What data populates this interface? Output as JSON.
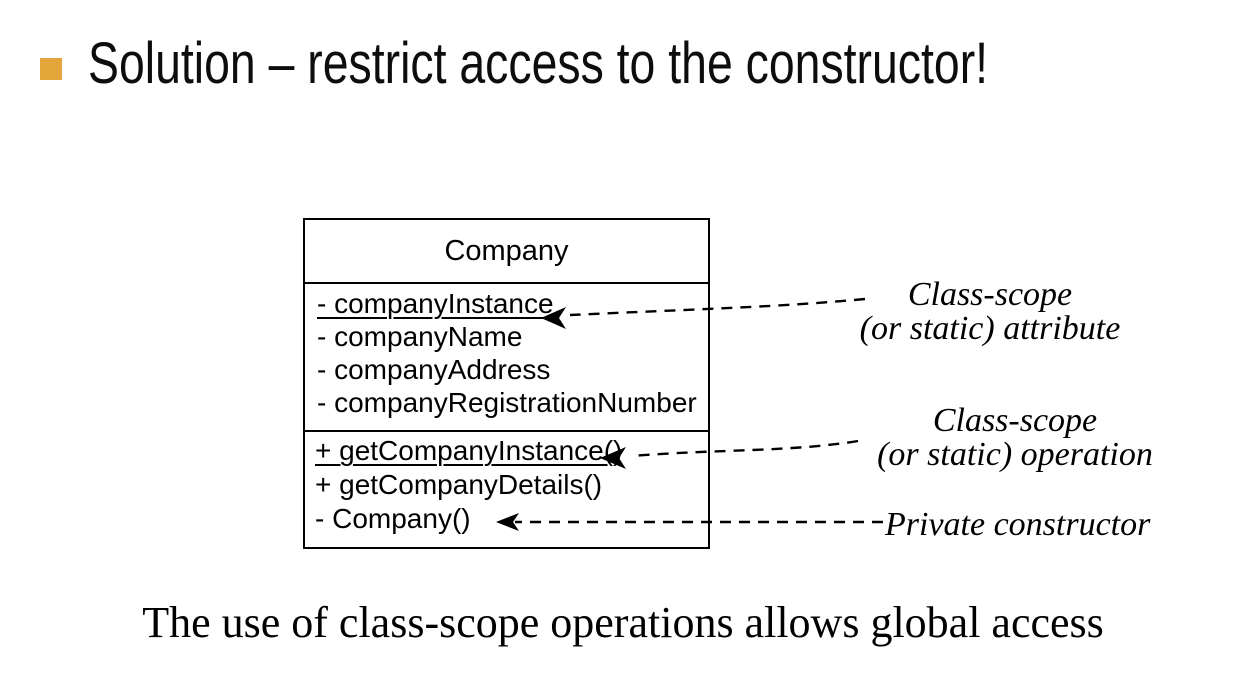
{
  "slide": {
    "title": "Solution – restrict access to the constructor!",
    "bullet_color": "#E2A63B",
    "footer": "The use of class-scope operations allows global access",
    "background_color": "#FFFFFF",
    "line_color": "#000000"
  },
  "uml_class": {
    "name": "Company",
    "attributes": [
      {
        "text": "- companyInstance"
      },
      {
        "text": "- companyName"
      },
      {
        "text": "- companyAddress"
      },
      {
        "text": "- companyRegistrationNumber"
      }
    ],
    "operations": [
      {
        "text": "+ getCompanyInstance()"
      },
      {
        "text": "+ getCompanyDetails()"
      },
      {
        "text": "- Company()"
      }
    ]
  },
  "annotations": {
    "attribute_note": {
      "line1": "Class-scope",
      "line2": "(or static) attribute"
    },
    "operation_note": {
      "line1": "Class-scope",
      "line2": "(or static) operation"
    },
    "constructor_note": {
      "line1": "Private constructor"
    }
  }
}
